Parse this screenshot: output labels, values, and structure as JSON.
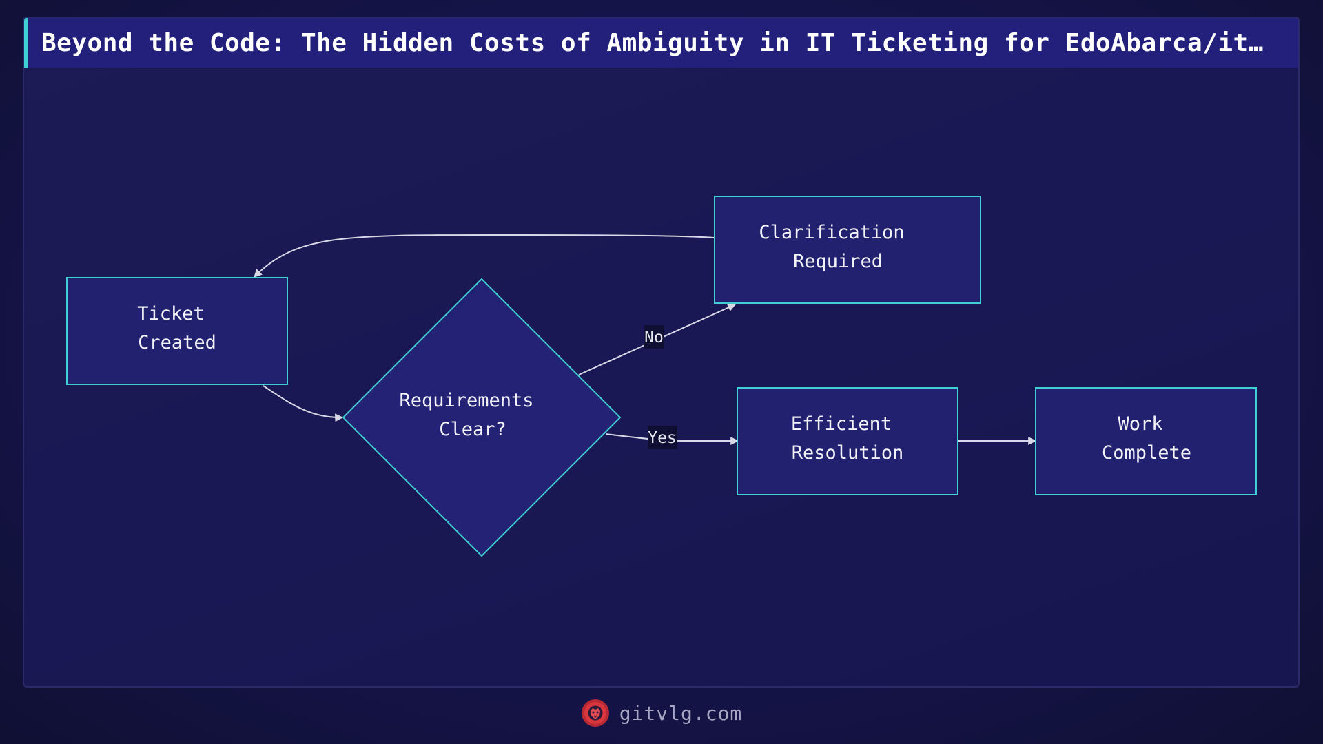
{
  "title": "Beyond the Code: The Hidden Costs of Ambiguity in IT Ticketing for EdoAbarca/it…",
  "nodes": {
    "ticket_created": {
      "line1": "Ticket",
      "line2": "Created"
    },
    "requirements_clear": {
      "line1": "Requirements",
      "line2": "Clear?"
    },
    "clarification_required": {
      "line1": "Clarification",
      "line2": "Required"
    },
    "efficient_resolution": {
      "line1": "Efficient",
      "line2": "Resolution"
    },
    "work_complete": {
      "line1": "Work",
      "line2": "Complete"
    }
  },
  "edges": {
    "no_label": "No",
    "yes_label": "Yes"
  },
  "footer": {
    "site": "gitvlg.com",
    "logo_icon": "lion-head-icon"
  },
  "colors": {
    "node_fill": "#222170",
    "node_border": "#3fd0d4",
    "edge": "#d8d8e6",
    "title_bar": "#22207a",
    "accent": "#3fd0d4",
    "logo": "#d9363e"
  }
}
